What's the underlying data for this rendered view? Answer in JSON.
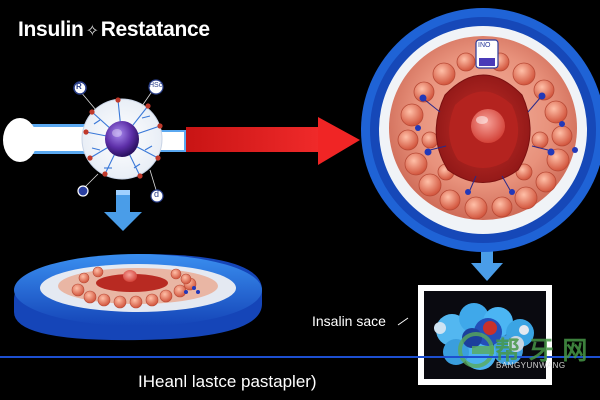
{
  "title": {
    "left": "Insulin",
    "symbol": "✧",
    "right": "Restatance"
  },
  "labels": {
    "cell_r": "R",
    "cell_hsc": "HSc",
    "cell_d": "d",
    "organ_tag": "INO",
    "caption_right": "Insalin sace",
    "caption_bottom": "IHeanl lastce pastapler)"
  },
  "watermark": {
    "main": "帮 牙 网",
    "sub": "BANGYUNWANG"
  },
  "colors": {
    "background": "#000000",
    "arrow_red": "#e51f1f",
    "arrow_blue": "#4a9de8",
    "ring_blue": "#1f63d6",
    "baseline_blue": "#1d4fd0"
  }
}
